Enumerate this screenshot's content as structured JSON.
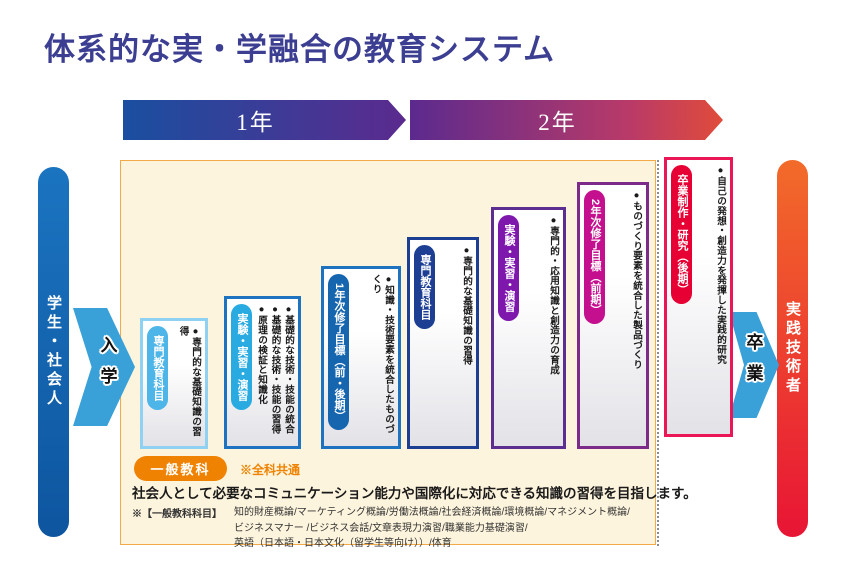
{
  "title": "体系的な実・学融合の教育システム",
  "timeline": {
    "year1_label": "1年",
    "year2_label": "2年"
  },
  "rails": {
    "left_label": "学生・社会人",
    "right_label": "実践技術者"
  },
  "gates": {
    "entry_label": "入学",
    "exit_label": "卒業"
  },
  "boxes": [
    {
      "label": "専門教育科目",
      "bullets": [
        "●専門的な基礎知識の習得"
      ],
      "border_color": "#8ed1f2",
      "pill_color": "#4db5e8"
    },
    {
      "label": "実験・実習・演習",
      "bullets": [
        "●基礎的な技術・技能の統合",
        "●基礎的な技術・技能の習得",
        "●原理の検証と知識化"
      ],
      "border_color": "#1d73c0",
      "pill_color": "#29abe2"
    },
    {
      "label": "1年次修了目標（前・後期）",
      "bullets": [
        "●知識・技術要素を統合したものづくり"
      ],
      "border_color": "#1d73c0",
      "pill_color": "#1565af"
    },
    {
      "label": "専門教育科目",
      "bullets": [
        "●専門的な基礎知識の習得"
      ],
      "border_color": "#1c3f94",
      "pill_color": "#1c3f94"
    },
    {
      "label": "実験・実習・演習",
      "bullets": [
        "●専門的・応用知識と創造力の育成"
      ],
      "border_color": "#5c2e91",
      "pill_color": "#7e18ad"
    },
    {
      "label": "2年次修了目標（前期）",
      "bullets": [
        "●ものづくり要素を統合した製品づくり"
      ],
      "border_color": "#7d2b8b",
      "pill_color": "#c4108e"
    },
    {
      "label": "卒業制作・研究（後期）",
      "bullets": [
        "●自己の発想・創造力を発揮した実践的研究"
      ],
      "border_color": "#ea1656",
      "pill_color": "#e60033"
    }
  ],
  "general": {
    "badge": "一般教科",
    "note": "※全科共通",
    "lead": "社会人として必要なコミュニケーション能力や国際化に対応できる知識の習得を目指します。",
    "subjects_label": "※【一般教科科目】",
    "subjects_lines": [
      "知的財産概論/マーケティング概論/労働法概論/社会経済概論/環境概論/マネジメント概論/",
      "ビジネスマナー /ビジネス会話/文章表現力演習/職業能力基礎演習/",
      "英語（日本語・日本文化（留学生等向け））/体育"
    ]
  },
  "colors": {
    "title": "#3c3e92",
    "year1_gradient": [
      "#1a4fa0",
      "#5b2a8e"
    ],
    "year2_gradient": [
      "#5b2a8e",
      "#e04b3a"
    ],
    "panel_bg": "#fdf4dd",
    "panel_border": "#f2a948",
    "left_rail": "#1b74c0",
    "right_rail": "#e81535",
    "gate_arrow": "#39a0d8",
    "general_orange": "#ef8200"
  }
}
